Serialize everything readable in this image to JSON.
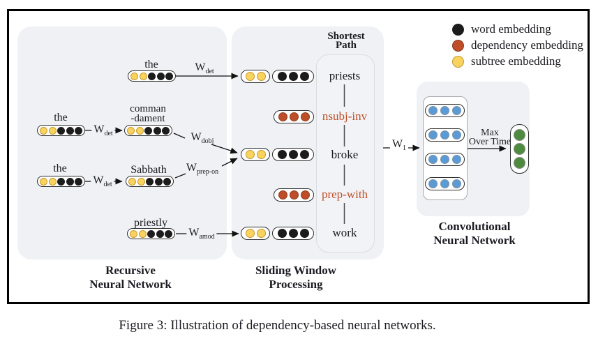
{
  "figure": {
    "caption": "Figure 3: Illustration of dependency-based neural networks."
  },
  "colors": {
    "word_embedding": "#1C1C1C",
    "dependency_embedding": "#BF4E28",
    "subtree_embedding": "#F8D35E",
    "conv_feature": "#5B9BD5",
    "max_pool": "#4E8B3E"
  },
  "legend": {
    "items": [
      {
        "label": "word embedding",
        "color": "#1C1C1C"
      },
      {
        "label": "dependency embedding",
        "color": "#BF4E28"
      },
      {
        "label": "subtree embedding",
        "color": "#F8D35E"
      }
    ]
  },
  "panels": {
    "rnn": {
      "caption_line1": "Recursive",
      "caption_line2": "Neural Network"
    },
    "sw": {
      "caption_line1": "Sliding Window",
      "caption_line2": "Processing"
    },
    "cnn": {
      "caption_line1": "Convolutional",
      "caption_line2": "Neural Network"
    }
  },
  "rnn": {
    "top_leaf_word": "the",
    "left_leaf1_word": "the",
    "commandament_line1": "comman",
    "commandament_line2": "-dament",
    "left_leaf2_word": "the",
    "sabbath_word": "Sabbath",
    "priestly_word": "priestly",
    "weights": {
      "det": {
        "base": "W",
        "sub": "det"
      },
      "dobj": {
        "base": "W",
        "sub": "dobj"
      },
      "prep_on": {
        "base": "W",
        "sub": "prep-on"
      },
      "amod": {
        "base": "W",
        "sub": "amod"
      }
    }
  },
  "sliding_window": {
    "header_line1": "Shortest",
    "header_line2": "Path",
    "path": [
      {
        "text": "priests",
        "type": "word"
      },
      {
        "text": "nsubj-inv",
        "type": "dependency"
      },
      {
        "text": "broke",
        "type": "word"
      },
      {
        "text": "prep-with",
        "type": "dependency"
      },
      {
        "text": "work",
        "type": "word"
      }
    ]
  },
  "cnn": {
    "w1": {
      "base": "W",
      "sub": "1"
    },
    "max_line1": "Max",
    "max_line2": "Over Time"
  }
}
